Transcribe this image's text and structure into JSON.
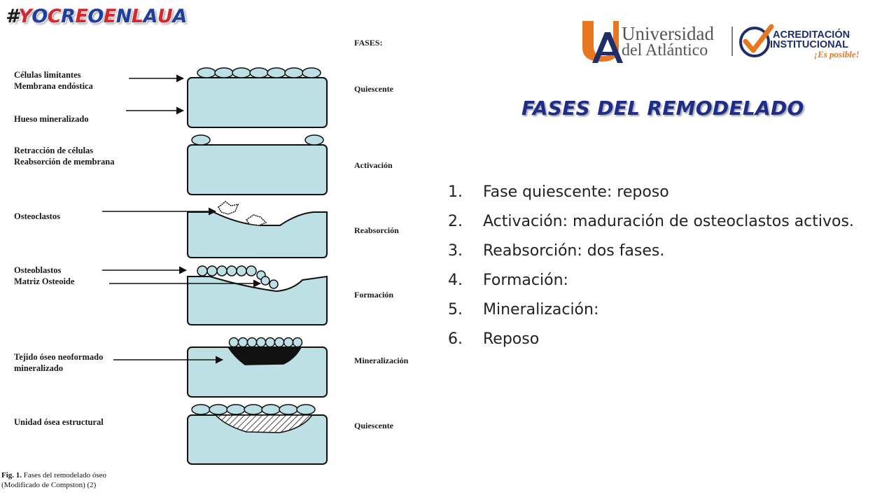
{
  "hashtag": {
    "text": "#YOCREOENLAUA",
    "colors": [
      "#1a1a1a",
      "#d8262e",
      "#1f3f9e",
      "#d8262e",
      "#1f3f9e",
      "#d8262e",
      "#1f3f9e",
      "#d8262e",
      "#1f3f9e",
      "#d8262e",
      "#1f3f9e",
      "#d8262e",
      "#1f3f9e"
    ]
  },
  "logo": {
    "university_line1": "Universidad",
    "university_line2": "del Atlántico",
    "accreditation_line1": "ACREDITACIÓN",
    "accreditation_line2": "INSTITUCIONAL",
    "accreditation_tagline": "¡Es posible!",
    "colors": {
      "orange": "#e87722",
      "navy": "#1f2d6b",
      "gray": "#555555"
    }
  },
  "figure": {
    "phases_header": "FASES:",
    "left_labels": [
      "Células limitantes",
      "Membrana endóstica",
      "Hueso mineralizado",
      "Retracción de células",
      "Reabsorción de membrana",
      "Osteoclastos",
      "Osteoblastos",
      "Matriz Osteoide",
      "Tejido óseo neoformado",
      "mineralizado",
      "Unidad ósea estructural"
    ],
    "phase_labels": [
      "Quiescente",
      "Activación",
      "Reabsorción",
      "Formación",
      "Mineralización",
      "Quiescente"
    ],
    "caption_bold": "Fig. 1.",
    "caption_rest": " Fases del remodelado óseo",
    "caption_line2": "(Modificado de Compston) (2)",
    "colors": {
      "bone": "#bde0e4",
      "outline": "#111111"
    }
  },
  "slide": {
    "title": "FASES DEL REMODELADO",
    "title_color": "#1f2d8a",
    "items": [
      {
        "num": "1.",
        "text": "Fase quiescente: reposo"
      },
      {
        "num": "2.",
        "text": "Activación: maduración de osteoclastos activos."
      },
      {
        "num": "3.",
        "text": "Reabsorción: dos fases."
      },
      {
        "num": "4.",
        "text": "Formación:"
      },
      {
        "num": "5.",
        "text": "Mineralización:"
      },
      {
        "num": "6.",
        "text": "Reposo"
      }
    ]
  }
}
